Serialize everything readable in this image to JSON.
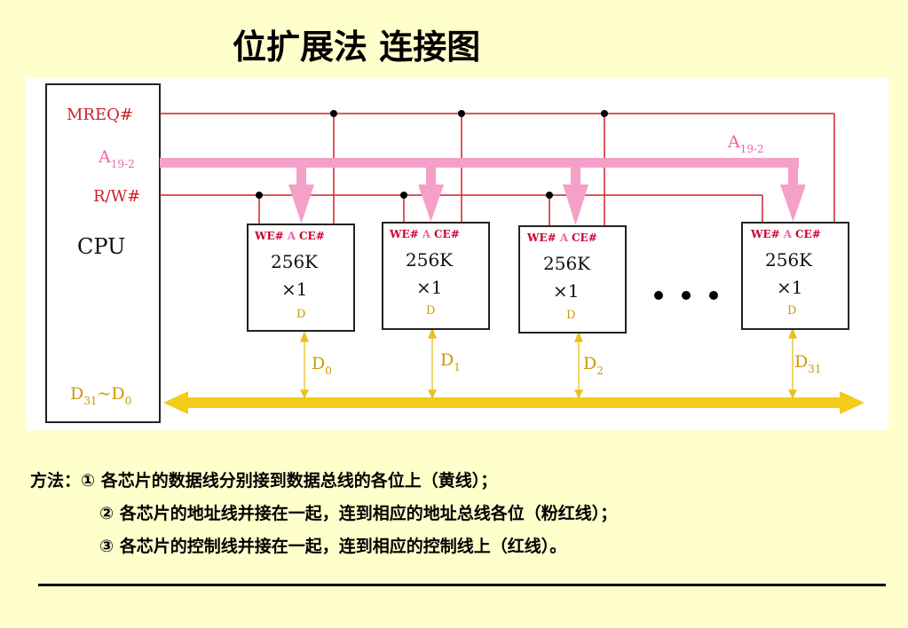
{
  "title": "位扩展法 连接图",
  "cpu": {
    "label": "CPU",
    "signals": {
      "mreq": "MREQ#",
      "addr_main": "A",
      "addr_sub": "19-2",
      "rw": "R/W#",
      "data_main": "D",
      "data_sub1": "31",
      "data_mid": "~D",
      "data_sub2": "0"
    }
  },
  "addr_bus_label": {
    "main": "A",
    "sub": "19-2"
  },
  "chips": [
    {
      "we": "WE#",
      "a": "A",
      "ce": "CE#",
      "cap": "256K",
      "width": "×1",
      "d": "D",
      "bus_main": "D",
      "bus_sub": "0"
    },
    {
      "we": "WE#",
      "a": "A",
      "ce": "CE#",
      "cap": "256K",
      "width": "×1",
      "d": "D",
      "bus_main": "D",
      "bus_sub": "1"
    },
    {
      "we": "WE#",
      "a": "A",
      "ce": "CE#",
      "cap": "256K",
      "width": "×1",
      "d": "D",
      "bus_main": "D",
      "bus_sub": "2"
    },
    {
      "we": "WE#",
      "a": "A",
      "ce": "CE#",
      "cap": "256K",
      "width": "×1",
      "d": "D",
      "bus_main": "D",
      "bus_sub": "31"
    }
  ],
  "colors": {
    "control_line": "#D0202C",
    "address_bus": "#F5A0C8",
    "data_bus": "#F2CC18",
    "chip_label": "#CC0033",
    "addr_label": "#EE66AA",
    "data_label": "#CC9900"
  },
  "method": {
    "prefix": "方法：",
    "lines": [
      "① 各芯片的数据线分别接到数据总线的各位上（黄线）；",
      "② 各芯片的地址线并接在一起，连到相应的地址总线各位（粉红线）；",
      "③ 各芯片的控制线并接在一起，连到相应的控制线上（红线）。"
    ]
  }
}
